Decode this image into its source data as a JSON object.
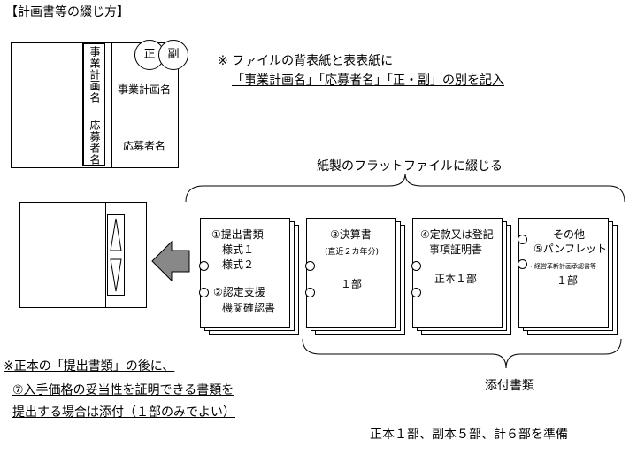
{
  "header": {
    "title": "【計画書等の綴じ方】"
  },
  "spine": {
    "project_name_vertical": "事業計画名",
    "applicant_vertical": "応募者名",
    "project_name": "事業計画名",
    "applicant": "応募者名",
    "badge_primary": "正",
    "badge_secondary": "副"
  },
  "note_top": {
    "line1": "※ ファイルの背表紙と表表紙に",
    "line2": "「事業計画名」「応募者名」「正・副」の別を記入"
  },
  "file_heading": "紙製のフラットファイルに綴じる",
  "documents": [
    {
      "lines": [
        "①提出書類",
        "様式１",
        "様式２",
        "②認定支援",
        "機関確認書"
      ]
    },
    {
      "lines": [
        "③決算書",
        "(直近２カ年分)",
        "１部"
      ]
    },
    {
      "lines": [
        "④定款又は登記",
        "事項証明書",
        "正本１部"
      ]
    },
    {
      "lines": [
        "その他",
        "⑤パンフレット",
        "・経営革新計画承認書等",
        "１部"
      ]
    }
  ],
  "attachments_label": "添付書類",
  "note_bottom": {
    "line1": "※正本の「提出書類」の後に、",
    "line2": "⑦入手価格の妥当性を証明できる書類を",
    "line3": "提出する場合は添付（１部のみでよい）"
  },
  "summary": "正本１部、副本５部、計６部を準備"
}
